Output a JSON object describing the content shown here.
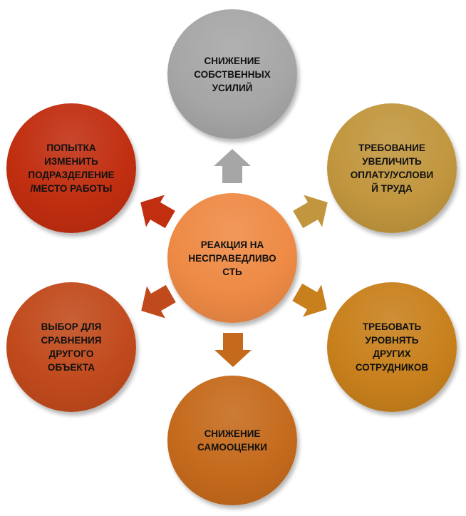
{
  "center": {
    "text": "РЕАКЦИЯ НА\nНЕСПРАВЕДЛИВО\nСТЬ",
    "color": "#ee8a45"
  },
  "nodes": {
    "top": {
      "text": "СНИЖЕНИЕ\nСОБСТВЕННЫХ\nУСИЛИЙ",
      "color": "#a6a6a6"
    },
    "upper_right": {
      "text": "ТРЕБОВАНИЕ\nУВЕЛИЧИТЬ\nОПЛАТУ/УСЛОВИ\nЙ ТРУДА",
      "color": "#c1963e"
    },
    "lower_right": {
      "text": "ТРЕБОВАТЬ\nУРОВНЯТЬ\nДРУГИХ\nСОТРУДНИКОВ",
      "color": "#c8801c"
    },
    "bottom": {
      "text": "СНИЖЕНИЕ\nСАМООЦЕНКИ",
      "color": "#c56a1c"
    },
    "lower_left": {
      "text": "ВЫБОР ДЛЯ\nСРАВНЕНИЯ\nДРУГОГО\nОБЪЕКТА",
      "color": "#c14a1c"
    },
    "upper_left": {
      "text": "ПОПЫТКА\nИЗМЕНИТЬ\nПОДРАЗДЕЛЕНИЕ\n/МЕСТО РАБОТЫ",
      "color": "#c12e10"
    }
  },
  "arrows": {
    "top": {
      "color": "#a6a6a6"
    },
    "upper_right": {
      "color": "#c1963e"
    },
    "lower_right": {
      "color": "#c8801c"
    },
    "bottom": {
      "color": "#c56a1c"
    },
    "lower_left": {
      "color": "#c14a1c"
    },
    "upper_left": {
      "color": "#c12e10"
    }
  }
}
